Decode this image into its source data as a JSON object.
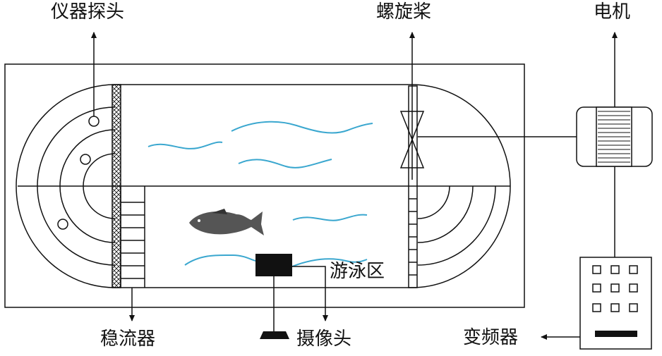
{
  "labels": {
    "probe": "仪器探头",
    "propeller": "螺旋桨",
    "motor": "电机",
    "swim_zone": "游泳区",
    "flow_straightener": "稳流器",
    "camera": "摄像头",
    "frequency_converter": "变频器"
  },
  "colors": {
    "water_wave": "#3aa7cf",
    "line": "#111111",
    "fish": "#555555",
    "camera_box": "#111111"
  }
}
